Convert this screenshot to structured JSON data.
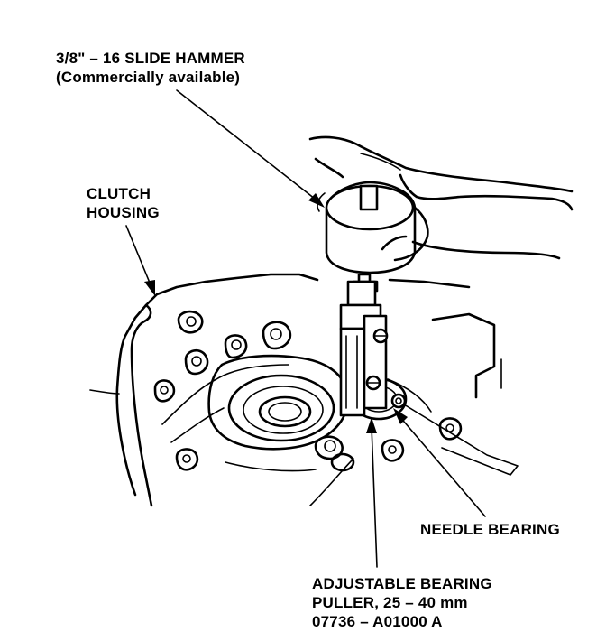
{
  "labels": {
    "slide_hammer": {
      "line1": "3/8\" – 16 SLIDE HAMMER",
      "line2": "(Commercially available)"
    },
    "clutch_housing": {
      "line1": "CLUTCH",
      "line2": "HOUSING"
    },
    "needle_bearing": {
      "line1": "NEEDLE BEARING"
    },
    "bearing_puller": {
      "line1": "ADJUSTABLE BEARING",
      "line2": "PULLER, 25 – 40 mm",
      "line3": "07736 – A01000 A"
    }
  },
  "colors": {
    "ink": "#000000",
    "paper": "#ffffff"
  }
}
